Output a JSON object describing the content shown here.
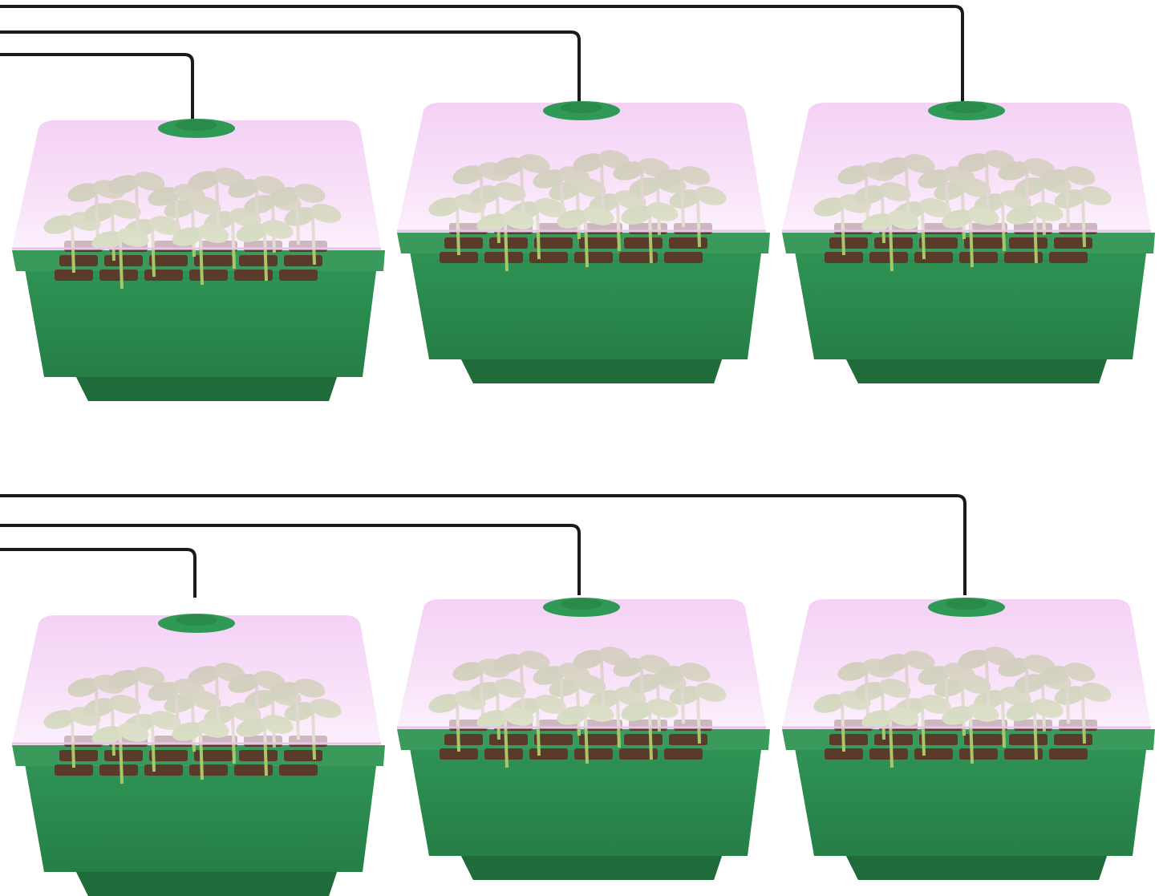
{
  "scene": {
    "subject": "seed-starter-trays-with-grow-light-domes",
    "tray_count": 6,
    "rows": 2,
    "columns": 3,
    "colors": {
      "background": "#ffffff",
      "tray_green": "#2e8b4e",
      "tray_green_dark": "#1f6b3a",
      "tray_rim": "#3a9a5c",
      "dome_pink": "#f3c8f3",
      "dome_pink_light": "#fbe6fb",
      "knob_green": "#2f9a55",
      "cable": "#1a1a1a",
      "soil": "#5a3a28",
      "leaf": "#7cc63a",
      "stem": "#a6c86a"
    }
  }
}
